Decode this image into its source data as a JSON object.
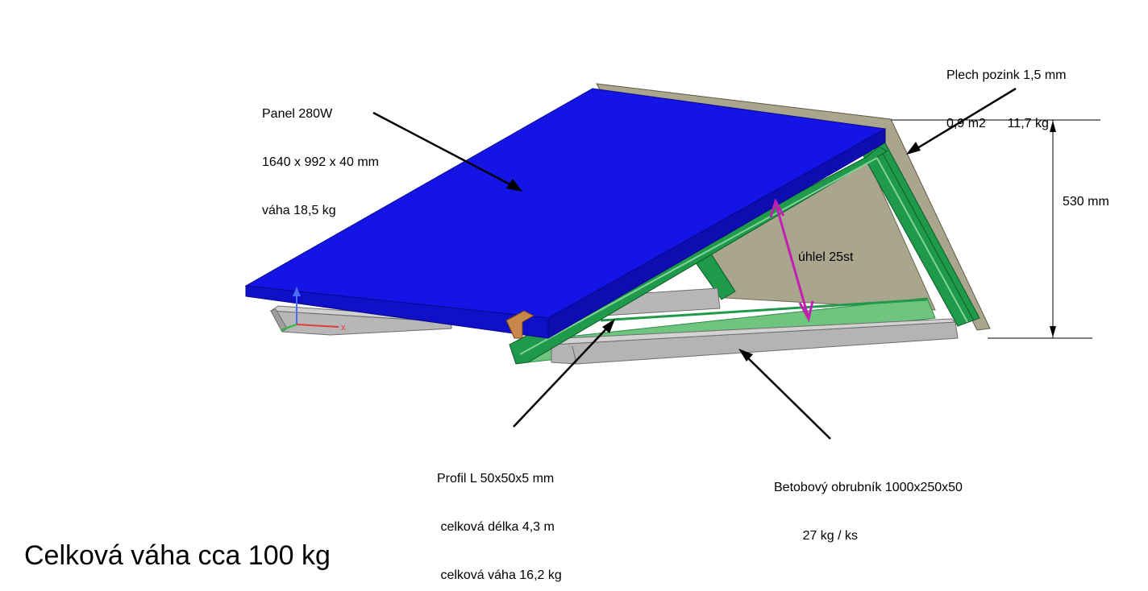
{
  "colors": {
    "panel": "#1414e6",
    "frame": "#1f9a4a",
    "profile_light": "#6fc47e",
    "sheet": "#aaa68e",
    "concrete": "#b4b4b4",
    "angle_arrow": "#c21fb0"
  },
  "labels": {
    "panel": [
      "Panel 280W",
      "1640 x 992 x 40 mm",
      "váha 18,5 kg"
    ],
    "sheet": [
      "Plech pozink 1,5 mm",
      "0,9 m2      11,7 kg"
    ],
    "height": "530 mm",
    "angle": "úhlel 25st",
    "profile": [
      "Profil L 50x50x5 mm",
      " celková délka 4,3 m",
      " celková váha 16,2 kg"
    ],
    "curb": [
      "Betobový obrubník 1000x250x50",
      "        27 kg / ks"
    ],
    "axis_x": "x"
  },
  "footer": {
    "total_weight": "Celková váha cca 100 kg"
  }
}
